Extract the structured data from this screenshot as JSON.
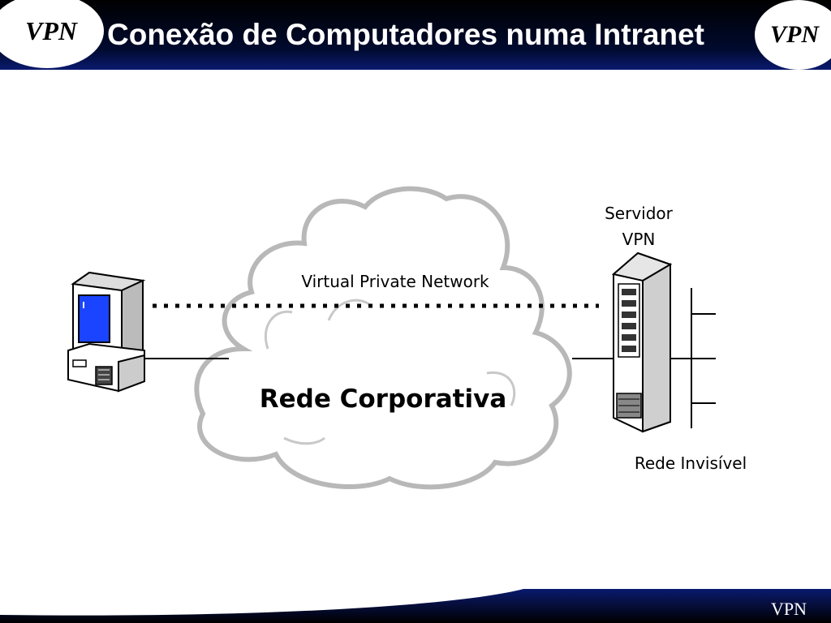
{
  "header": {
    "title": "Conexão de Computadores numa Intranet",
    "logo_left": "VPN",
    "logo_right": "VPN"
  },
  "diagram": {
    "cloud_caption": "Virtual Private Network",
    "cloud_label": "Rede Corporativa",
    "server_label_line1": "Servidor",
    "server_label_line2": "VPN",
    "network_label": "Rede Invisível"
  },
  "footer": {
    "label": "VPN"
  },
  "colors": {
    "header_dark": "#000000",
    "header_blue": "#0a1a6e",
    "screen_blue": "#1a44ff",
    "cloud_gray": "#b8b8b8"
  }
}
